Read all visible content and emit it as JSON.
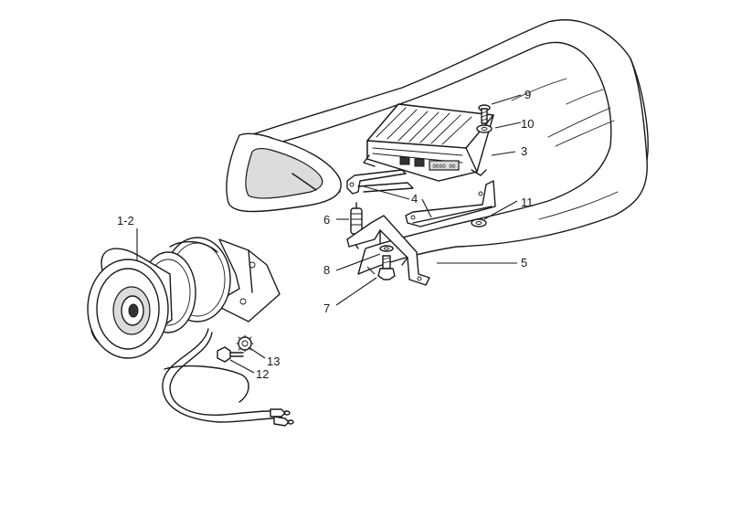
{
  "diagram": {
    "callouts": [
      {
        "id": "c1-2",
        "text": "1-2"
      },
      {
        "id": "c3",
        "text": "3"
      },
      {
        "id": "c4",
        "text": "4"
      },
      {
        "id": "c5",
        "text": "5"
      },
      {
        "id": "c6",
        "text": "6"
      },
      {
        "id": "c7",
        "text": "7"
      },
      {
        "id": "c8",
        "text": "8"
      },
      {
        "id": "c9",
        "text": "9"
      },
      {
        "id": "c10",
        "text": "10"
      },
      {
        "id": "c11",
        "text": "11"
      },
      {
        "id": "c12",
        "text": "12"
      },
      {
        "id": "c13",
        "text": "13"
      }
    ],
    "control_unit_marking": "0000 00"
  }
}
